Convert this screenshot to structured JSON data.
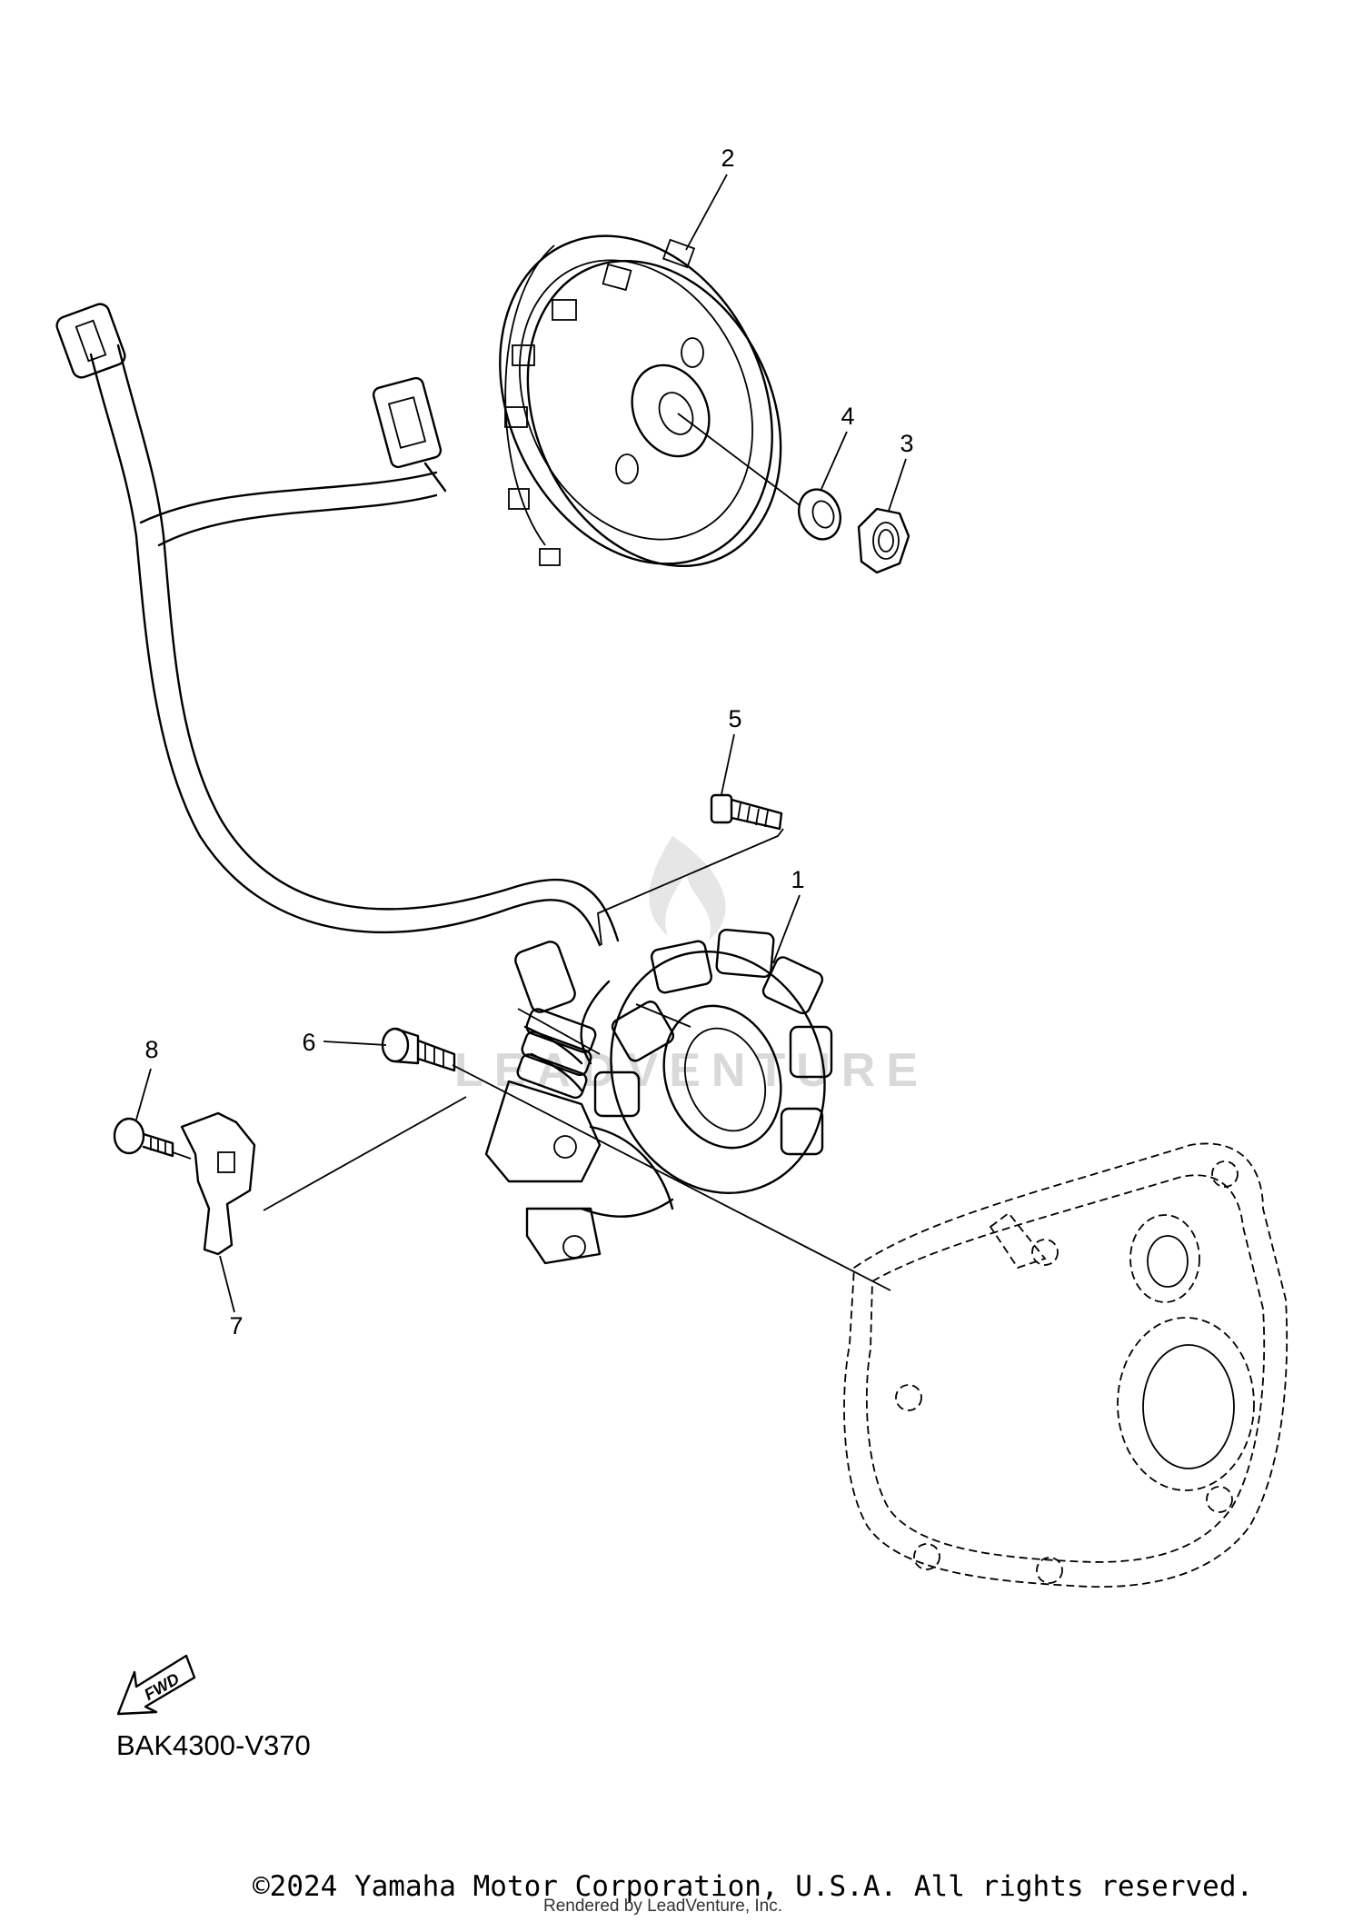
{
  "diagram": {
    "callouts": [
      {
        "id": "c1",
        "label": "1"
      },
      {
        "id": "c2",
        "label": "2"
      },
      {
        "id": "c3",
        "label": "3"
      },
      {
        "id": "c4",
        "label": "4"
      },
      {
        "id": "c5",
        "label": "5"
      },
      {
        "id": "c6",
        "label": "6"
      },
      {
        "id": "c7",
        "label": "7"
      },
      {
        "id": "c8",
        "label": "8"
      }
    ],
    "fwd_label": "FWD",
    "watermark": "LEADVENTURE",
    "diagram_code": "BAK4300-V370"
  },
  "footer": {
    "copyright": "©2024 Yamaha Motor Corporation, U.S.A. All rights reserved.",
    "rendered_by": "Rendered by LeadVenture, Inc."
  }
}
